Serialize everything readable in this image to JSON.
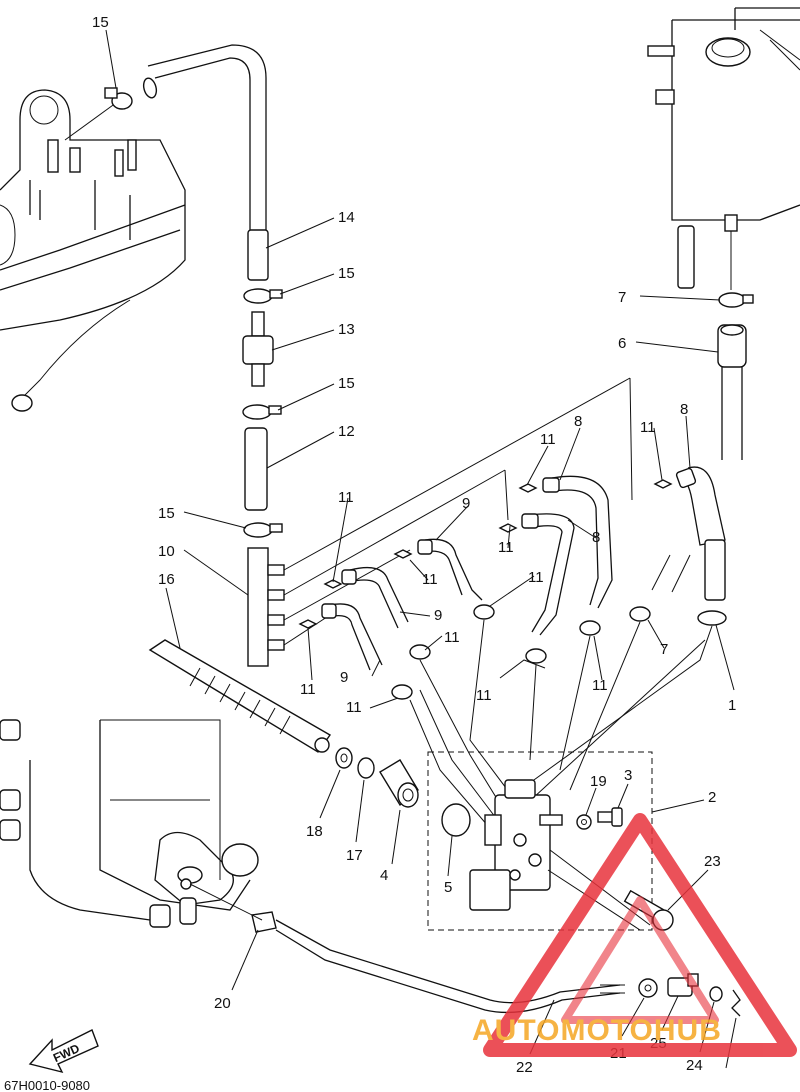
{
  "diagram": {
    "code": "67H0010-9080",
    "fwd_label": "FWD",
    "callouts": [
      {
        "id": "c15a",
        "text": "15"
      },
      {
        "id": "c14",
        "text": "14"
      },
      {
        "id": "c15b",
        "text": "15"
      },
      {
        "id": "c13",
        "text": "13"
      },
      {
        "id": "c15c",
        "text": "15"
      },
      {
        "id": "c12",
        "text": "12"
      },
      {
        "id": "c15d",
        "text": "15"
      },
      {
        "id": "c10",
        "text": "10"
      },
      {
        "id": "c16",
        "text": "16"
      },
      {
        "id": "c7a",
        "text": "7"
      },
      {
        "id": "c6",
        "text": "6"
      },
      {
        "id": "c11a",
        "text": "11"
      },
      {
        "id": "c8a",
        "text": "8"
      },
      {
        "id": "c11b",
        "text": "11"
      },
      {
        "id": "c8b",
        "text": "8"
      },
      {
        "id": "c11c",
        "text": "11"
      },
      {
        "id": "c9a",
        "text": "9"
      },
      {
        "id": "c8c",
        "text": "8"
      },
      {
        "id": "c11d",
        "text": "11"
      },
      {
        "id": "c11e",
        "text": "11"
      },
      {
        "id": "c9b",
        "text": "9"
      },
      {
        "id": "c11f",
        "text": "11"
      },
      {
        "id": "c9c",
        "text": "9"
      },
      {
        "id": "c11g",
        "text": "11"
      },
      {
        "id": "c11h",
        "text": "11"
      },
      {
        "id": "c11i",
        "text": "11"
      },
      {
        "id": "c11j",
        "text": "11"
      },
      {
        "id": "c11k",
        "text": "11"
      },
      {
        "id": "c7b",
        "text": "7"
      },
      {
        "id": "c1",
        "text": "1"
      },
      {
        "id": "c2",
        "text": "2"
      },
      {
        "id": "c3",
        "text": "3"
      },
      {
        "id": "c19",
        "text": "19"
      },
      {
        "id": "c18",
        "text": "18"
      },
      {
        "id": "c17",
        "text": "17"
      },
      {
        "id": "c4",
        "text": "4"
      },
      {
        "id": "c5",
        "text": "5"
      },
      {
        "id": "c23",
        "text": "23"
      },
      {
        "id": "c20",
        "text": "20"
      },
      {
        "id": "c22",
        "text": "22"
      },
      {
        "id": "c21",
        "text": "21"
      },
      {
        "id": "c25",
        "text": "25"
      },
      {
        "id": "c24",
        "text": "24"
      }
    ]
  },
  "watermark": {
    "text": "AUTOMOTOHUB",
    "color_red": "#e8323c",
    "color_orange": "#f5a623",
    "color_gray": "#7a7a7a"
  }
}
